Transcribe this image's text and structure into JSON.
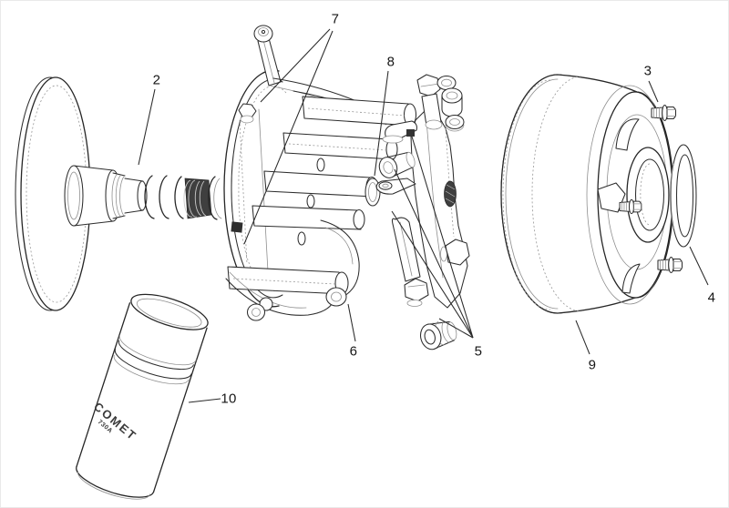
{
  "callouts": [
    {
      "label": "2"
    },
    {
      "label": "3"
    },
    {
      "label": "4"
    },
    {
      "label": "5"
    },
    {
      "label": "6"
    },
    {
      "label": "7"
    },
    {
      "label": "8"
    },
    {
      "label": "9"
    },
    {
      "label": "10"
    }
  ],
  "can": {
    "brand": "COMET",
    "model": "730A"
  },
  "colors": {
    "background": "#ffffff",
    "line": "#2d2d2d",
    "line_soft": "#8f8f8f",
    "text": "#161616"
  }
}
